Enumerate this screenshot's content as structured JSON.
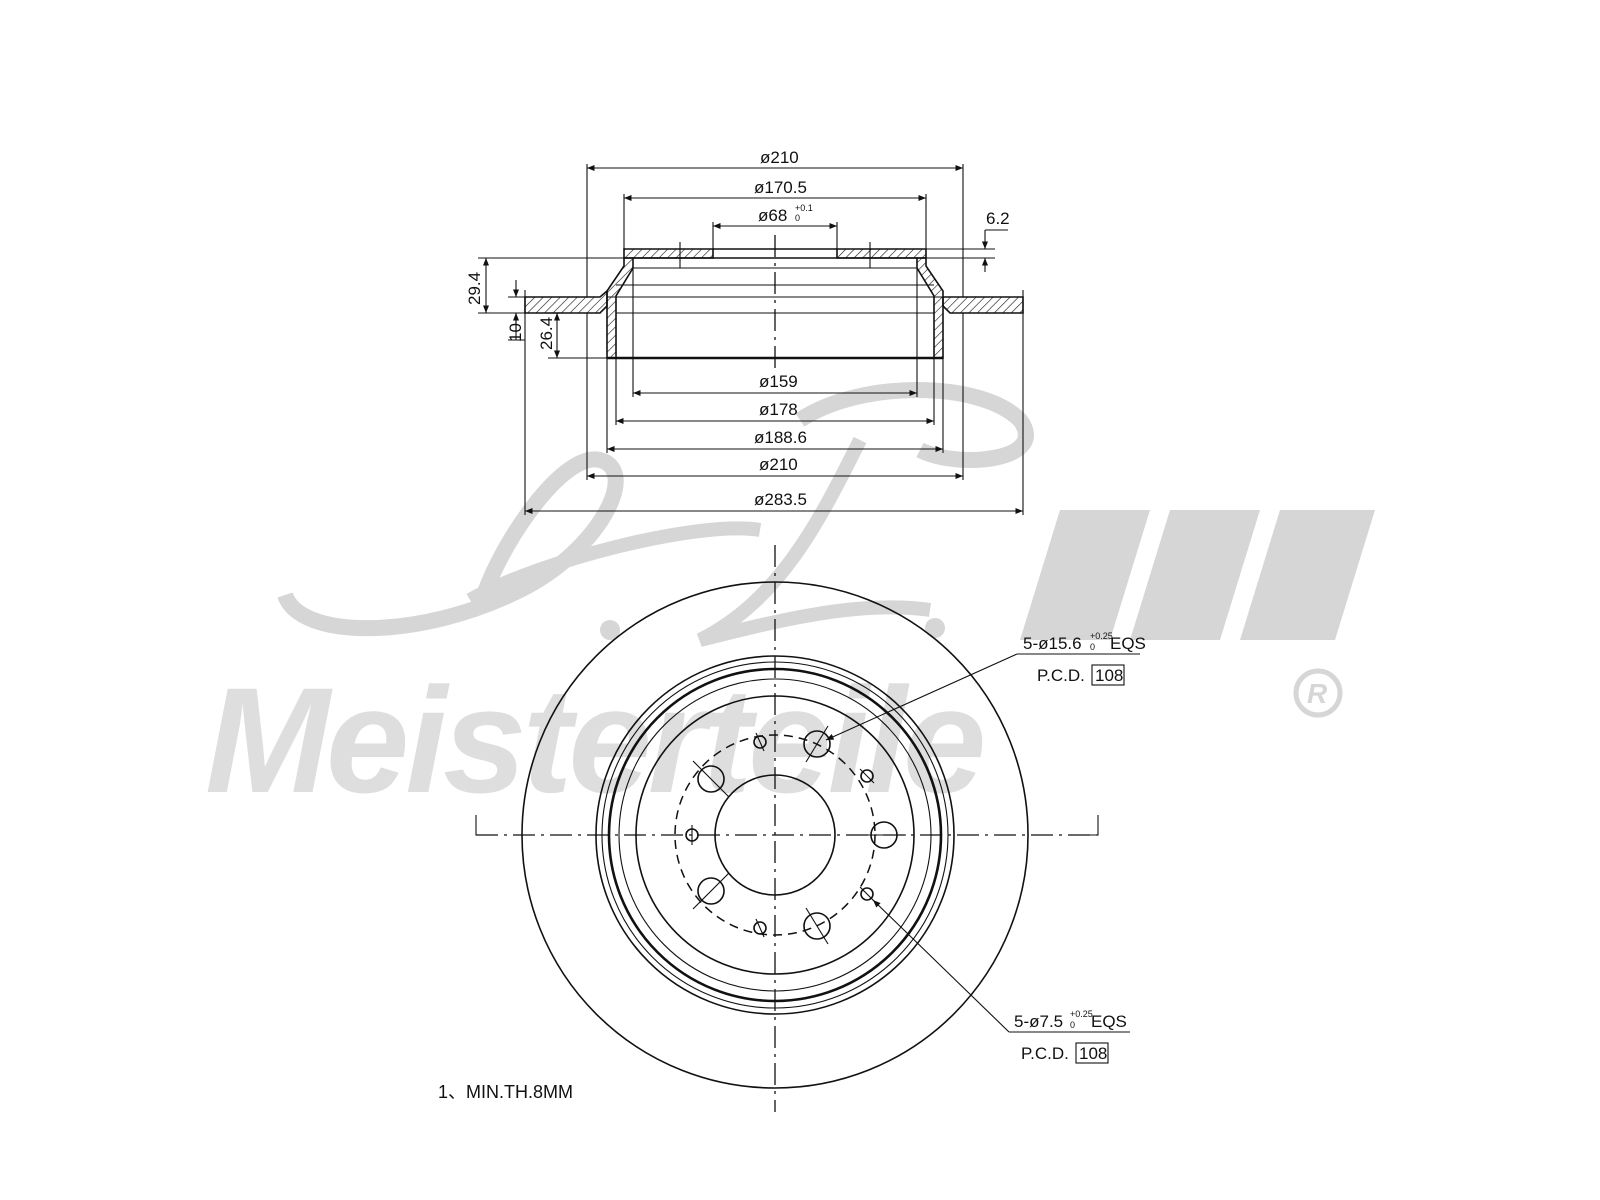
{
  "watermark": {
    "script_mark": "A.L.",
    "brand": "Meisterteile",
    "registered_mark": "R",
    "color": "#d6d6d6"
  },
  "section_view": {
    "top_dims": {
      "d210": "ø210",
      "d170_5": "ø170.5",
      "d68": "ø68",
      "d68_tol_upper": "+0.1",
      "d68_tol_lower": "0",
      "hat_thickness": "6.2"
    },
    "side_dims": {
      "total_height": "29.4",
      "disc_thickness": "10",
      "drum_depth": "26.4"
    },
    "bottom_dims": {
      "d159": "ø159",
      "d178": "ø178",
      "d188_6": "ø188.6",
      "d210": "ø210",
      "d283_5": "ø283.5"
    }
  },
  "plan_view": {
    "large_holes": {
      "spec": "5-ø15.6",
      "tol_upper": "+0.25",
      "tol_lower": "0",
      "suffix": "EQS",
      "pcd_label": "P.C.D.",
      "pcd_value": "108"
    },
    "small_holes": {
      "spec": "5-ø7.5",
      "tol_upper": "+0.25",
      "tol_lower": "0",
      "suffix": "EQS",
      "pcd_label": "P.C.D.",
      "pcd_value": "108"
    }
  },
  "notes": {
    "min_thickness": "1、MIN.TH.8MM"
  }
}
